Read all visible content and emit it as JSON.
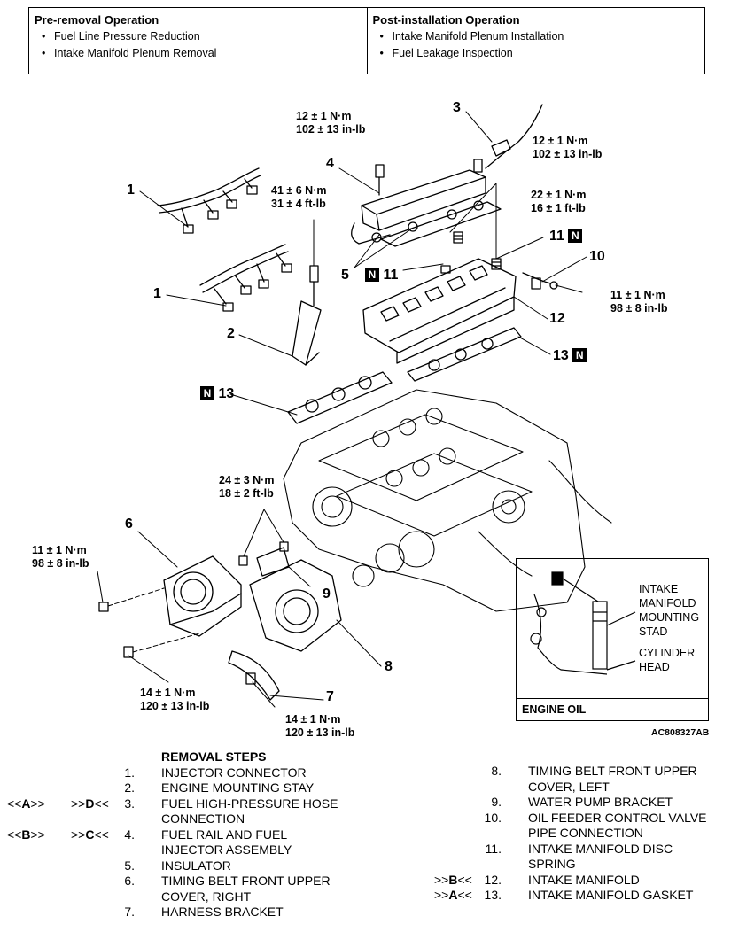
{
  "operations": {
    "pre_title": "Pre-removal Operation",
    "pre_items": [
      "Fuel Line Pressure Reduction",
      "Intake Manifold Plenum Removal"
    ],
    "post_title": "Post-installation Operation",
    "post_items": [
      "Intake Manifold Plenum Installation",
      "Fuel Leakage Inspection"
    ]
  },
  "torques": {
    "t4": [
      "12 ± 1 N·m",
      "102 ± 13 in-lb"
    ],
    "t3": [
      "12 ± 1 N·m",
      "102 ± 13 in-lb"
    ],
    "t2": [
      "41 ± 6 N·m",
      "31 ± 4 ft-lb"
    ],
    "t5": [
      "22 ± 1 N·m",
      "16 ± 1 ft-lb"
    ],
    "t10": [
      "11 ± 1 N·m",
      "98 ± 8 in-lb"
    ],
    "t9": [
      "24 ± 3 N·m",
      "18 ± 2 ft-lb"
    ],
    "t6": [
      "11 ± 1 N·m",
      "98 ± 8 in-lb"
    ],
    "t8a": [
      "14 ± 1 N·m",
      "120 ± 13 in-lb"
    ],
    "t7": [
      "14 ± 1 N·m",
      "120 ± 13 in-lb"
    ]
  },
  "callouts": {
    "c1a": "1",
    "c1b": "1",
    "c2": "2",
    "c3": "3",
    "c4": "4",
    "c5": "5",
    "c11a": "11",
    "c11b": "11",
    "c10": "10",
    "c12": "12",
    "c13a": "13",
    "c13b": "13",
    "c6": "6",
    "c7": "7",
    "c8": "8",
    "c9": "9",
    "new_part_mark": "N"
  },
  "inset": {
    "stud_label": [
      "INTAKE",
      "MANIFOLD",
      "MOUNTING",
      "STAD"
    ],
    "head_label": [
      "CYLINDER",
      "HEAD"
    ],
    "footer": "ENGINE OIL"
  },
  "figure_code": "AC808327AB",
  "removal": {
    "title": "REMOVAL STEPS",
    "left": [
      {
        "num": "1.",
        "text": [
          "INJECTOR CONNECTOR"
        ]
      },
      {
        "num": "2.",
        "text": [
          "ENGINE MOUNTING STAY"
        ]
      },
      {
        "num": "3.",
        "text": [
          "FUEL HIGH-PRESSURE HOSE",
          "CONNECTION"
        ],
        "rem": "A",
        "inst": "D"
      },
      {
        "num": "4.",
        "text": [
          "FUEL RAIL AND FUEL",
          "INJECTOR ASSEMBLY"
        ],
        "rem": "B",
        "inst": "C"
      },
      {
        "num": "5.",
        "text": [
          "INSULATOR"
        ]
      },
      {
        "num": "6.",
        "text": [
          "TIMING BELT FRONT UPPER",
          "COVER, RIGHT"
        ]
      },
      {
        "num": "7.",
        "text": [
          "HARNESS BRACKET"
        ]
      }
    ],
    "right": [
      {
        "num": "8.",
        "text": [
          "TIMING BELT FRONT UPPER",
          "COVER, LEFT"
        ]
      },
      {
        "num": "9.",
        "text": [
          "WATER PUMP BRACKET"
        ]
      },
      {
        "num": "10.",
        "text": [
          "OIL FEEDER CONTROL VALVE",
          "PIPE CONNECTION"
        ]
      },
      {
        "num": "11.",
        "text": [
          "INTAKE MANIFOLD DISC",
          "SPRING"
        ]
      },
      {
        "num": "12.",
        "text": [
          "INTAKE MANIFOLD"
        ],
        "inst": "B"
      },
      {
        "num": "13.",
        "text": [
          "INTAKE MANIFOLD GASKET"
        ],
        "inst": "A"
      }
    ]
  }
}
